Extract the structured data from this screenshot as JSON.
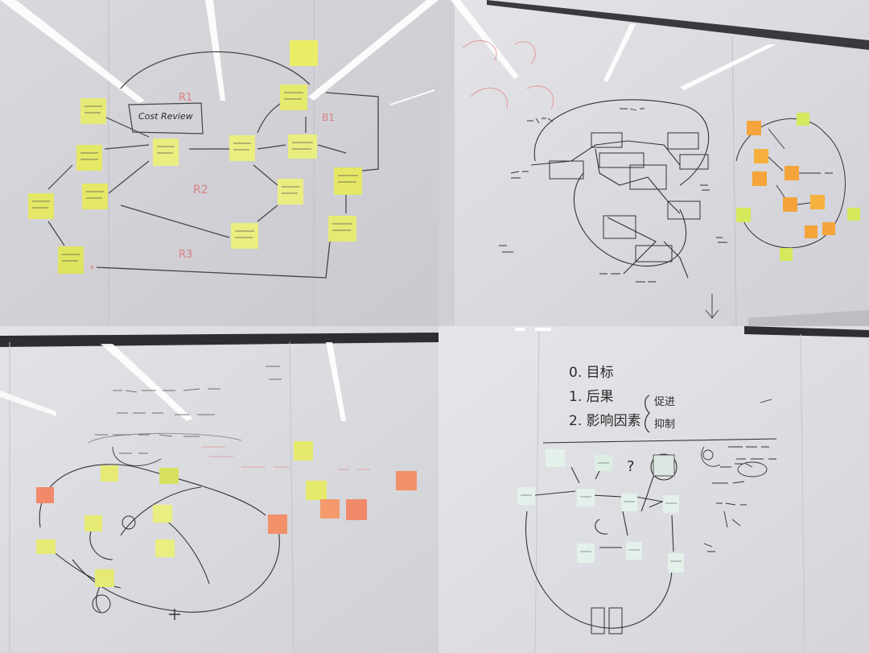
{
  "panels": {
    "top_left": {
      "title_box": "Cost Review",
      "loop_labels": [
        "R1",
        "R2",
        "R3",
        "B1"
      ]
    },
    "bottom_right": {
      "heading": [
        "0. 目标",
        "1. 后果",
        "2. 影响因素"
      ],
      "bracket_items": [
        "促进",
        "抑制"
      ]
    }
  },
  "colors": {
    "yellow_note": "#e8ec6a",
    "lime_note": "#d6e85c",
    "orange_note": "#f4a43a",
    "salmon_note": "#f08a6a",
    "mint_note": "#dff0e6",
    "whiteboard": "#dcdde2",
    "marker_red": "#d97a7a",
    "marker_black": "#2b2b2b"
  }
}
